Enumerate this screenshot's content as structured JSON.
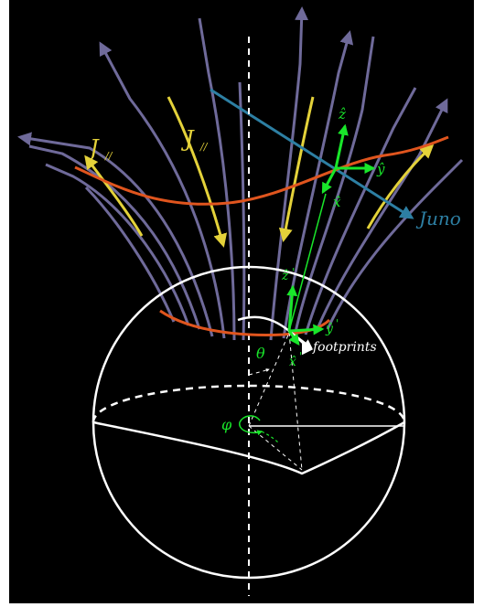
{
  "labels": {
    "j_left": "J",
    "j_left_sub": "//",
    "j_right": "J",
    "j_right_sub": "//",
    "juno": "Juno",
    "footprints": "footprints",
    "theta": "θ",
    "phi": "φ",
    "upper_z": "ẑ",
    "upper_y": "ŷ",
    "upper_x": "x̂",
    "lower_z": "ẑ",
    "lower_y": "ŷ",
    "lower_x": "x̂",
    "prime": "'"
  },
  "colors": {
    "background": "#000000",
    "field_lines": "#6f6a9a",
    "current_arrows": "#e4d23a",
    "footprint_curve": "#e0551e",
    "juno_track": "#2d7fa3",
    "frame_axes": "#19e62a",
    "sphere": "#ffffff",
    "label_green": "#19e62a",
    "label_yellow": "#e4d23a",
    "label_blue": "#2d7fa3"
  }
}
